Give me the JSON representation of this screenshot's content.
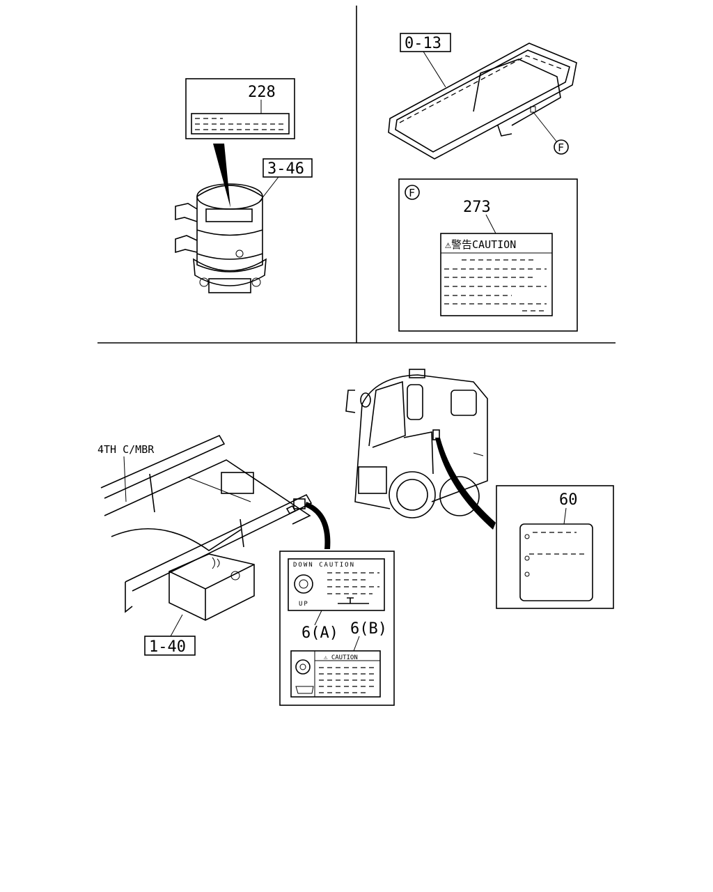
{
  "labels": {
    "part_228": "228",
    "part_3_46": "3-46",
    "part_0_13": "0-13",
    "part_273": "273",
    "callout_f_small": "F",
    "callout_f_detail": "F",
    "caution_273": "⚠警告CAUTION",
    "member_4th": "4TH C/MBR",
    "part_1_40": "1-40",
    "down_caution": "DOWN CAUTION",
    "up": "UP",
    "part_6a": "6(A)",
    "part_6b": "6(B)",
    "caution_6b": "⚠ CAUTION",
    "part_60": "60"
  }
}
